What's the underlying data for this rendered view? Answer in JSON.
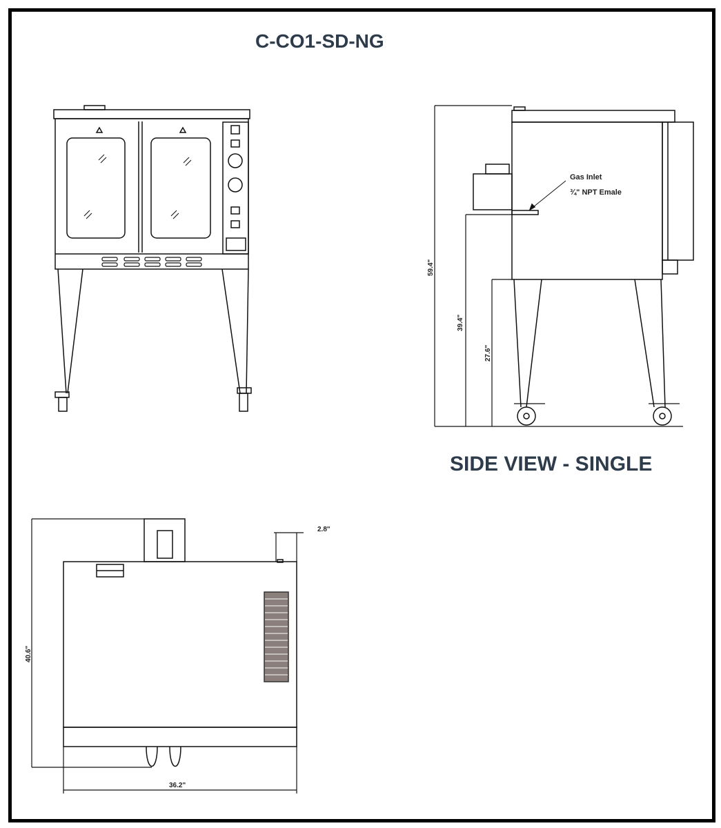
{
  "title": "C-CO1-SD-NG",
  "side_view_label": "SIDE VIEW - SINGLE",
  "side_view": {
    "callout_line1": "Gas Inlet",
    "callout_line2": "¾\" NPT Emale",
    "dim_overall_height": "59.4\"",
    "dim_inlet_height": "39.4\"",
    "dim_leg_height": "27.6\""
  },
  "top_view": {
    "dim_depth": "40.6\"",
    "dim_width": "36.2\"",
    "dim_offset": "2.8\""
  }
}
